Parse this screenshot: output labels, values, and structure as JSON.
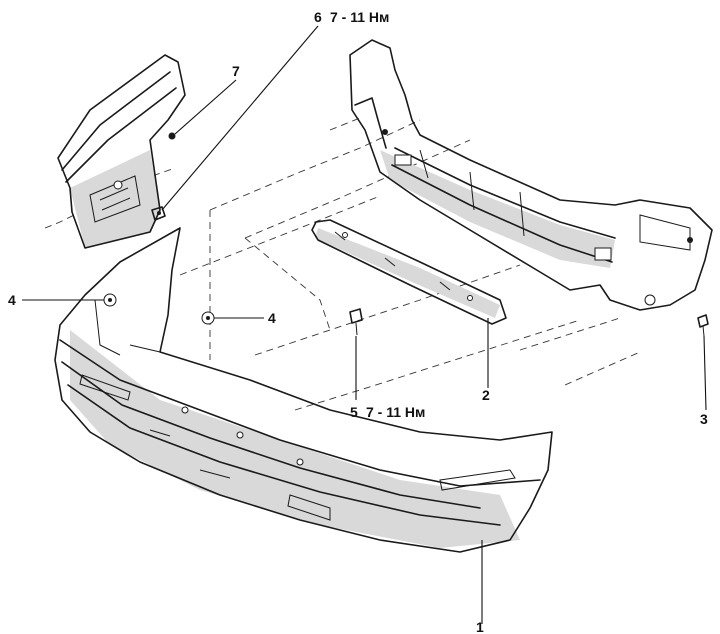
{
  "callouts": {
    "part1": "1",
    "part2": "2",
    "part3": "3",
    "part4_left": "4",
    "part4_center": "4",
    "part5": "5",
    "part5_torque": "7 - 11 Нм",
    "part6": "6",
    "part6_torque": "7 - 11 Нм",
    "part7": "7"
  },
  "colors": {
    "line": "#1a1a1a",
    "shade": "#d9d9d9",
    "background": "#ffffff"
  }
}
